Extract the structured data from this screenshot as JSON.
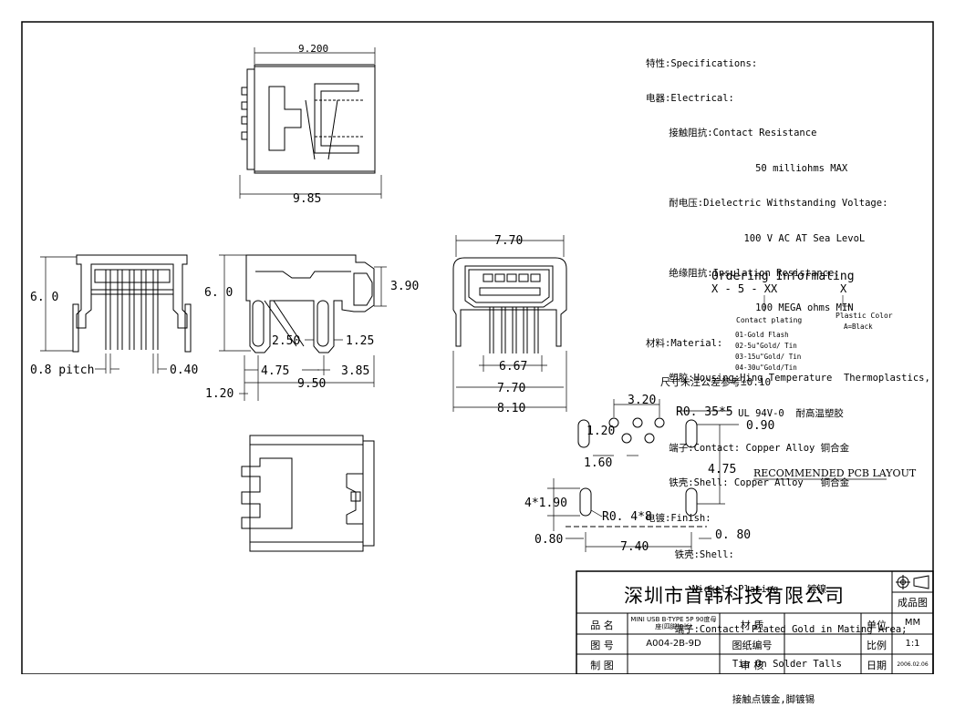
{
  "drawing_views": {
    "top_view": {
      "dim_top": "9.200",
      "dim_bottom": "9.85"
    },
    "front_view": {
      "height": "6. 0",
      "pitch_label": "0.8 pitch",
      "pin_width": "0.40"
    },
    "side_view": {
      "height": "6. 0",
      "dim_right": "3.90",
      "dim_a": "2.50",
      "dim_b": "1.25",
      "dim_c": "4.75",
      "dim_d": "3.85",
      "dim_e": "1.20",
      "dim_f": "9.50"
    },
    "end_view": {
      "top_width": "7.70",
      "pin_span": "6.67",
      "width_mid": "7.70",
      "width_bottom": "8.10"
    }
  },
  "pcb_layout": {
    "dim_320": "3.20",
    "r035": "R0. 35*5",
    "dim_120": "1.20",
    "dim_090": "0.90",
    "dim_160": "1.60",
    "dim_475": "4.75",
    "dim_190": "4*1.90",
    "r04": "R0. 4*8",
    "dim_080_left": "0.80",
    "dim_740": "7.40",
    "dim_080_right": "0. 80",
    "title": "RECOMMENDED PCB LAYOUT"
  },
  "specs": [
    "特性:Specifications:",
    "电器:Electrical:",
    "    接触阻抗:Contact Resistance",
    "                   50 milliohms MAX",
    "    耐电压:Dielectric Withstanding Voltage:",
    "                 100 V AC AT Sea LevoL",
    "    绝缘阻抗:Insulation Resistance:",
    "                   100 MEGA ohms MIN",
    "材料:Material:",
    "    塑胶:Housing:Hing Temperature  Thermoplastics,",
    "                UL 94V-0  耐高温塑胶",
    "    端子:Contact: Copper Alloy 铜合金",
    "    铁壳:Shell: Copper Alloy   铜合金",
    "电镀:Finish:",
    "     铁壳:Shell:",
    "        Nickel/ Plating     镀镍",
    "     端子:Contact: Piated Gold in Mating Area;",
    "               Tin On Solder Talls",
    "               接触点镀金,脚镀锡"
  ],
  "ordering": {
    "title": "Ordering Informating",
    "code": "X - 5 - XX",
    "suffix": "X",
    "plastic_color": "Plastic Color",
    "plastic_color_value": "A=Black",
    "contact_plating": "Contact plating",
    "options": [
      "01-Gold Flash",
      "02-5u\"Gold/ Tin",
      "03-15u\"Gold/ Tin",
      "04-30u\"Gold/Tin"
    ],
    "tolerance_note": "尺寸未注公差参考±0.10"
  },
  "title_block": {
    "company": "深圳市首韩科技有限公司",
    "product_label": "成品图",
    "rows": [
      {
        "label": "品  名",
        "value": "MINI USB B-TYPE 5P 90度母座(四脚加长)",
        "label2": "材    质",
        "value2": "",
        "label3": "单位",
        "value3": "MM"
      },
      {
        "label": "图  号",
        "value": "A004-2B-9D",
        "label2": "图纸编号",
        "value2": "",
        "label3": "比例",
        "value3": "1:1"
      },
      {
        "label": "制  图",
        "value": "",
        "label2": "审    核",
        "value2": "",
        "label3": "日期",
        "value3": "2006.02.06"
      }
    ]
  }
}
